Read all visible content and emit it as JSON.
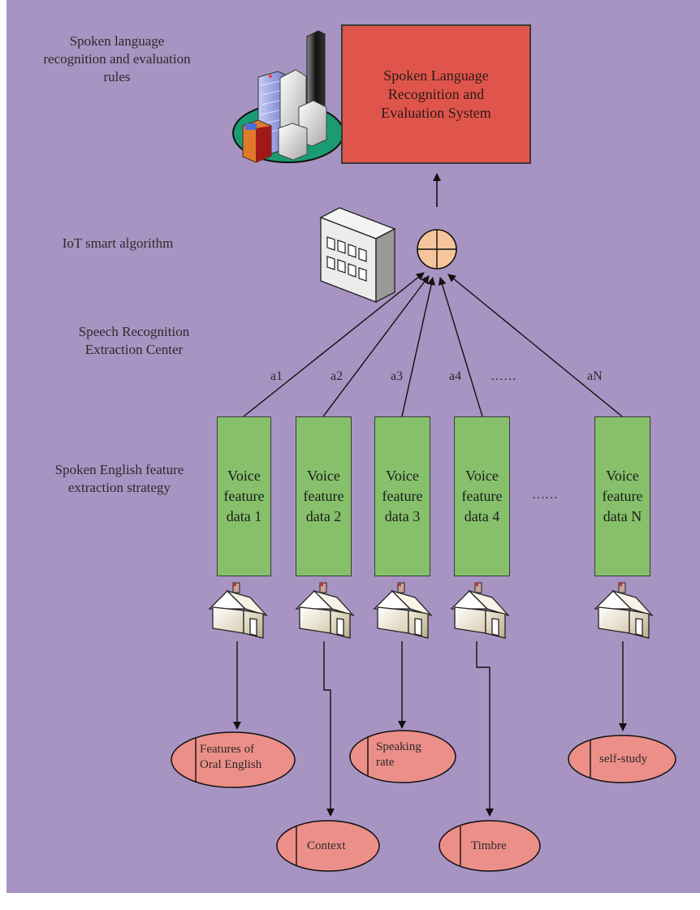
{
  "colors": {
    "background": "#a894c2",
    "system_box": "#e0554b",
    "feature_box": "#86c06a",
    "feature_ellipse": "#ec8f88",
    "fusion_node": "#f6c59c"
  },
  "left_labels": {
    "rules": "Spoken language recognition and evaluation rules",
    "iot": "IoT smart algorithm",
    "extraction_center": "Speech Recognition Extraction Center",
    "strategy": "Spoken English feature extraction strategy"
  },
  "system_box": {
    "label": "Spoken Language Recognition and Evaluation System"
  },
  "weights": [
    "a1",
    "a2",
    "a3",
    "a4",
    "……",
    "aN"
  ],
  "feature_boxes": [
    {
      "label": "Voice feature data 1"
    },
    {
      "label": "Voice feature data 2"
    },
    {
      "label": "Voice feature data 3"
    },
    {
      "label": "Voice feature data 4"
    },
    {
      "label": "Voice feature data N"
    }
  ],
  "box_ellipsis": "……",
  "features": [
    {
      "label": "Features of Oral English"
    },
    {
      "label": "Context"
    },
    {
      "label": "Speaking rate"
    },
    {
      "label": "Timbre"
    },
    {
      "label": "self-study"
    }
  ],
  "icons": [
    "city-buildings-icon",
    "server-building-icon",
    "house-icon",
    "summation-node-icon"
  ]
}
